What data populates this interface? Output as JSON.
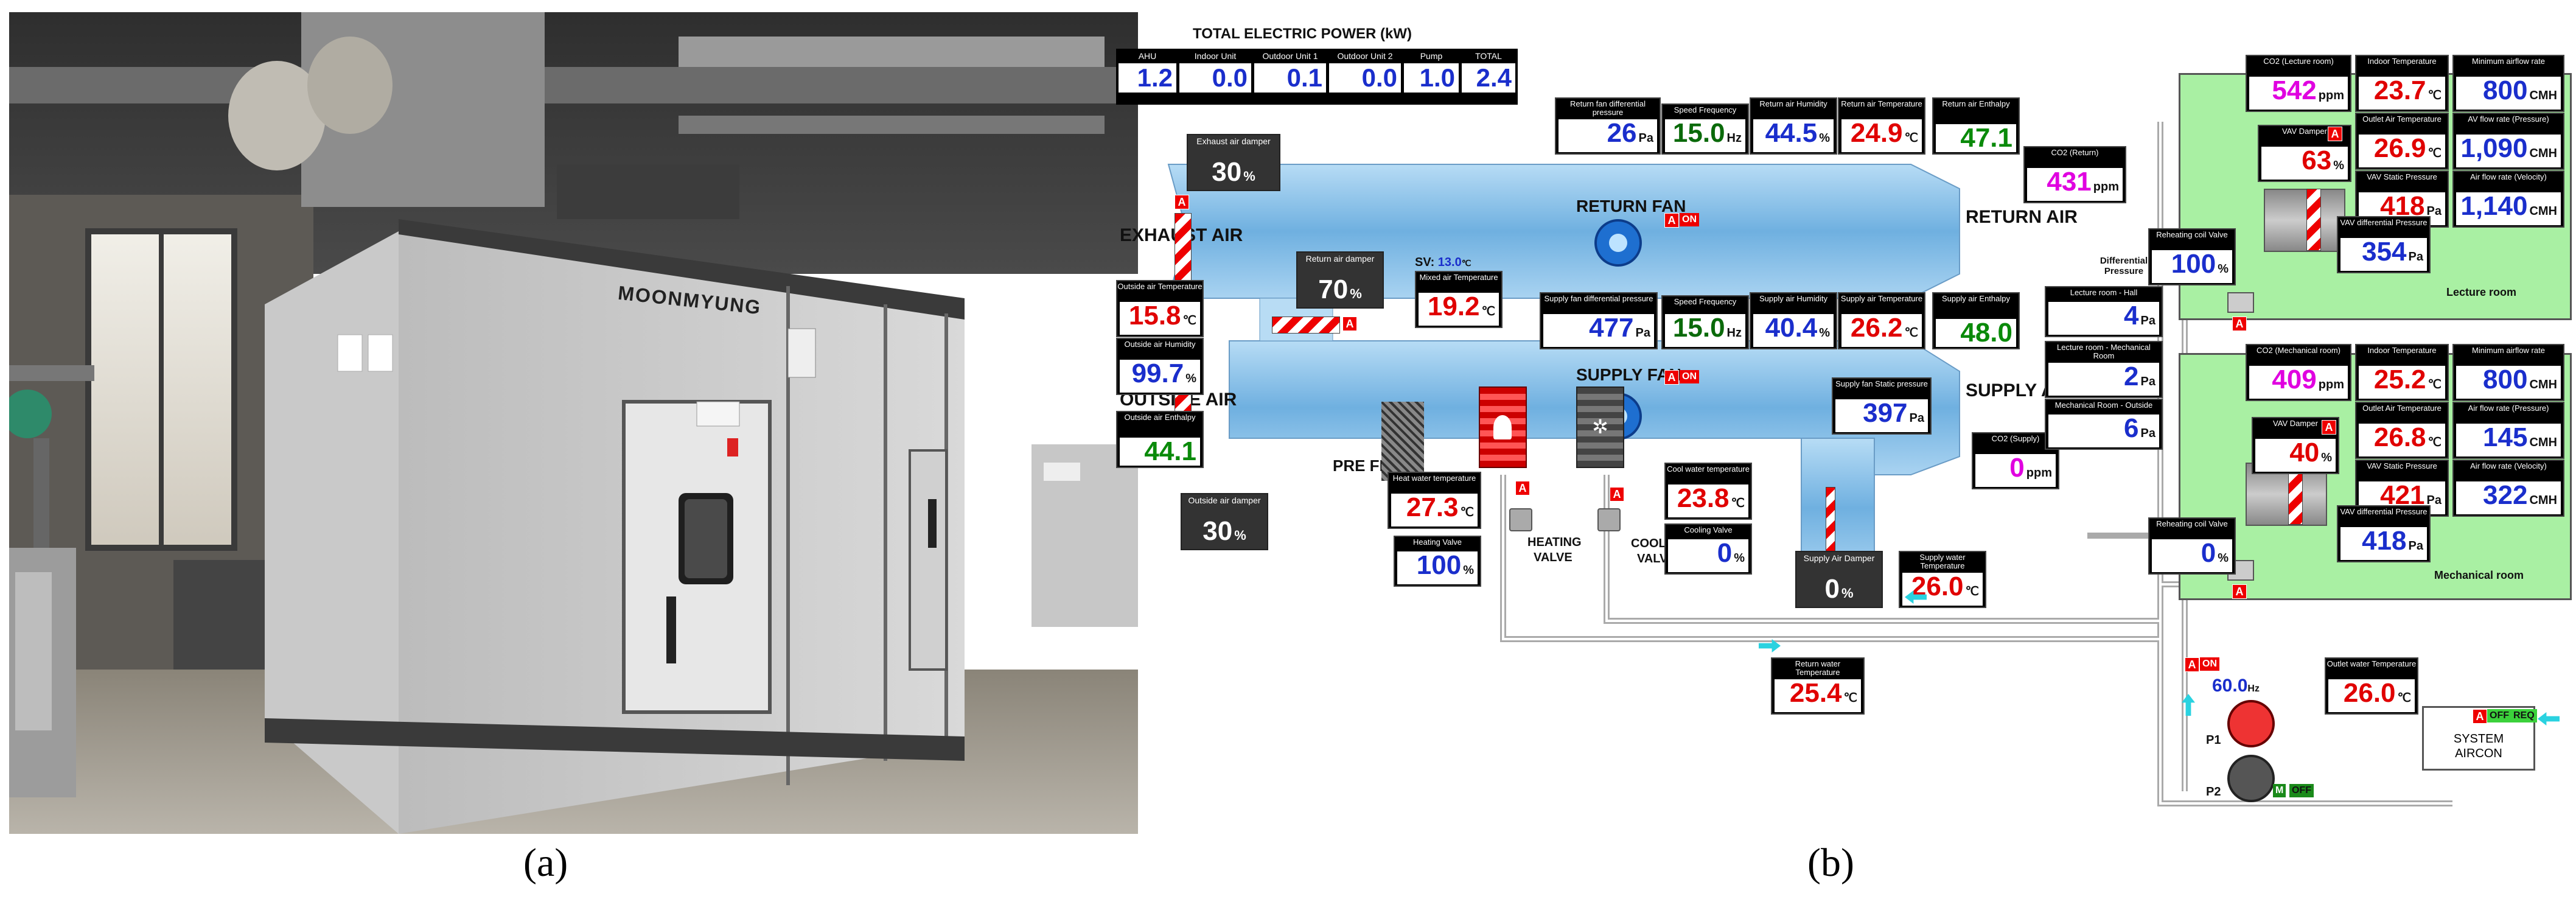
{
  "captions": {
    "a": "(a)",
    "b": "(b)"
  },
  "photo": {
    "brand": "MOONMYUNG"
  },
  "power": {
    "title": "TOTAL  ELECTRIC   POWER  (kW)",
    "cols": [
      {
        "label": "AHU",
        "value": "1.2"
      },
      {
        "label": "Indoor Unit",
        "value": "0.0"
      },
      {
        "label": "Outdoor Unit 1",
        "value": "0.1"
      },
      {
        "label": "Outdoor Unit 2",
        "value": "0.0"
      },
      {
        "label": "Pump",
        "value": "1.0"
      },
      {
        "label": "TOTAL",
        "value": "2.4"
      }
    ]
  },
  "ahu": {
    "exhaust_air": "EXHAUST AIR",
    "outside_air": "OUTSIDE AIR",
    "return_air": "RETURN AIR",
    "supply_air": "SUPPLY AIR",
    "return_fan": "RETURN FAN",
    "supply_fan": "SUPPLY FAN",
    "pre_filter": "PRE FILTER",
    "heating_valve": "HEATING\nVALVE",
    "heating_valve_l1": "HEATING",
    "heating_valve_l2": "VALVE",
    "cooling_valve_l1": "COOLING",
    "cooling_valve_l2": "VALVE",
    "sv": "SV: 13.0 ",
    "sv_prefix": "SV: ",
    "sv_value": "13.0",
    "sv_unit": "℃",
    "a_mark": "A",
    "on_mark": "ON",
    "off_mark": "OFF",
    "m_mark": "M",
    "req_mark": "REQ",
    "exhaust_damper": {
      "title": "Exhaust air damper",
      "value": "30",
      "unit": "%"
    },
    "return_damper": {
      "title": "Return air damper",
      "value": "70",
      "unit": "%"
    },
    "outside_damper": {
      "title": "Outside air damper",
      "value": "30",
      "unit": "%"
    },
    "supply_damper": {
      "title": "Supply Air Damper",
      "value": "0",
      "unit": "%"
    },
    "oa_temp": {
      "title": "Outside air Temperature",
      "value": "15.8",
      "unit": "℃"
    },
    "oa_hum": {
      "title": "Outside air Humidity",
      "value": "99.7",
      "unit": "%"
    },
    "oa_enth": {
      "title": "Outside air Enthalpy",
      "value": "44.1",
      "unit": ""
    },
    "mixed_temp": {
      "title": "Mixed air Temperature",
      "value": "19.2",
      "unit": "℃"
    },
    "ra_fan_dp": {
      "title": "Return fan differential pressure",
      "value": "26",
      "unit": "Pa"
    },
    "ra_speed": {
      "title": "Speed Frequency",
      "value": "15.0",
      "unit": "Hz"
    },
    "ra_hum": {
      "title": "Return air Humidity",
      "value": "44.5",
      "unit": "%"
    },
    "ra_temp": {
      "title": "Return air Temperature",
      "value": "24.9",
      "unit": "℃"
    },
    "ra_enth": {
      "title": "Return air Enthalpy",
      "value": "47.1",
      "unit": ""
    },
    "co2_return": {
      "title": "CO2 (Return)",
      "value": "431",
      "unit": "ppm"
    },
    "sa_fan_dp": {
      "title": "Supply fan differential pressure",
      "value": "477",
      "unit": "Pa"
    },
    "sa_speed": {
      "title": "Speed Frequency",
      "value": "15.0",
      "unit": "Hz"
    },
    "sa_hum": {
      "title": "Supply air Humidity",
      "value": "40.4",
      "unit": "%"
    },
    "sa_temp": {
      "title": "Supply air Temperature",
      "value": "26.2",
      "unit": "℃"
    },
    "sa_enth": {
      "title": "Supply air Enthalpy",
      "value": "48.0",
      "unit": ""
    },
    "sa_static": {
      "title": "Supply fan Static pressure",
      "value": "397",
      "unit": "Pa"
    },
    "co2_supply": {
      "title": "CO2 (Supply)",
      "value": "0",
      "unit": "ppm"
    },
    "heat_water": {
      "title": "Heat water temperature",
      "value": "27.3",
      "unit": "℃"
    },
    "heating_valve_box": {
      "title": "Heating Valve",
      "value": "100",
      "unit": "%"
    },
    "cool_water": {
      "title": "Cool water temperature",
      "value": "23.8",
      "unit": "℃"
    },
    "cooling_valve_box": {
      "title": "Cooling Valve",
      "value": "0",
      "unit": "%"
    },
    "supply_water": {
      "title": "Supply water Temperature",
      "value": "26.0",
      "unit": "℃"
    },
    "return_water": {
      "title": "Return water Temperature",
      "value": "25.4",
      "unit": "℃"
    }
  },
  "diffp": {
    "title": "Differential Pressure",
    "hall": {
      "title": "Lecture room - Hall",
      "value": "4",
      "unit": "Pa"
    },
    "mech": {
      "title": "Lecture room - Mechanical Room",
      "value": "2",
      "unit": "Pa"
    },
    "outside": {
      "title": "Mechanical Room - Outside",
      "value": "6",
      "unit": "Pa"
    }
  },
  "lecture": {
    "name": "Lecture room",
    "co2": {
      "title": "CO2 (Lecture room)",
      "value": "542",
      "unit": "ppm"
    },
    "indoor_temp": {
      "title": "Indoor Temperature",
      "value": "23.7",
      "unit": "℃"
    },
    "min_airflow": {
      "title": "Minimum airflow rate",
      "value": "800",
      "unit": "CMH"
    },
    "vav_damper": {
      "title": "VAV Damper",
      "value": "63",
      "unit": "%"
    },
    "outlet_temp": {
      "title": "Outlet Air Temperature",
      "value": "26.9",
      "unit": "℃"
    },
    "av_flow": {
      "title": "AV flow rate (Pressure)",
      "value": "1,090",
      "unit": "CMH"
    },
    "vav_static": {
      "title": "VAV Static Pressure",
      "value": "418",
      "unit": "Pa"
    },
    "air_flow": {
      "title": "Air flow rate (Velocity)",
      "value": "1,140",
      "unit": "CMH"
    },
    "vav_dp": {
      "title": "VAV differential Pressure",
      "value": "354",
      "unit": "Pa"
    },
    "reheat": {
      "title": "Reheating coil Valve",
      "value": "100",
      "unit": "%"
    }
  },
  "mechroom": {
    "name": "Mechanical  room",
    "co2": {
      "title": "CO2 (Mechanical room)",
      "value": "409",
      "unit": "ppm"
    },
    "indoor_temp": {
      "title": "Indoor Temperature",
      "value": "25.2",
      "unit": "℃"
    },
    "min_airflow": {
      "title": "Minimum airflow rate",
      "value": "800",
      "unit": "CMH"
    },
    "vav_damper": {
      "title": "VAV Damper",
      "value": "40",
      "unit": "%"
    },
    "outlet_temp": {
      "title": "Outlet Air Temperature",
      "value": "26.8",
      "unit": "℃"
    },
    "air_flow_p": {
      "title": "Air flow rate (Pressure)",
      "value": "145",
      "unit": "CMH"
    },
    "vav_static": {
      "title": "VAV Static Pressure",
      "value": "421",
      "unit": "Pa"
    },
    "air_flow_v": {
      "title": "Air flow rate (Velocity)",
      "value": "322",
      "unit": "CMH"
    },
    "vav_dp": {
      "title": "VAV differential Pressure",
      "value": "418",
      "unit": "Pa"
    },
    "reheat": {
      "title": "Reheating coil Valve",
      "value": "0",
      "unit": "%"
    }
  },
  "pumps": {
    "freq": "60.0",
    "freq_unit": "Hz",
    "p1": "P1",
    "p2": "P2",
    "outlet_water": {
      "title": "Outlet water Temperature",
      "value": "26.0",
      "unit": "℃"
    },
    "system_l1": "SYSTEM",
    "system_l2": "AIRCON"
  },
  "colors": {
    "temp": "#e00000",
    "hum": "#1a2ecc",
    "enth": "#0a8a0a",
    "co2": "#e000e0",
    "pressure": "#1a2ecc",
    "room": "#a9f0a3",
    "duct": "#8fc4ea"
  }
}
